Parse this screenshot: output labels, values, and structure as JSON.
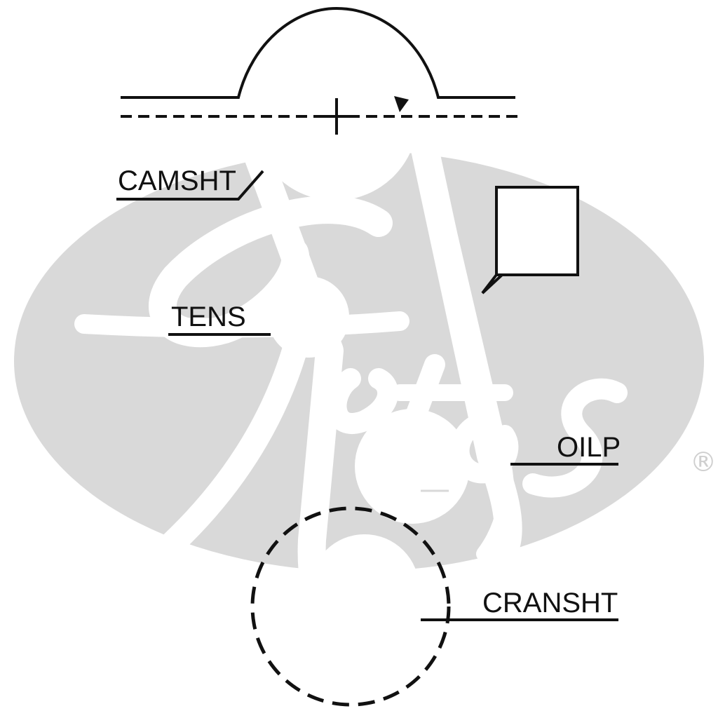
{
  "diagram": {
    "labels": {
      "camshaft": "CAMSHT",
      "tensioner": "TENS",
      "oil_pump": "OILP",
      "crankshaft": "CRANSHT"
    },
    "watermark": {
      "brand": "Gates",
      "registered_mark": "®"
    },
    "colors": {
      "line": "#111111",
      "belt": "#ffffff",
      "watermark": "#d9d9d9",
      "registered_mark": "#cfcfcf"
    }
  }
}
